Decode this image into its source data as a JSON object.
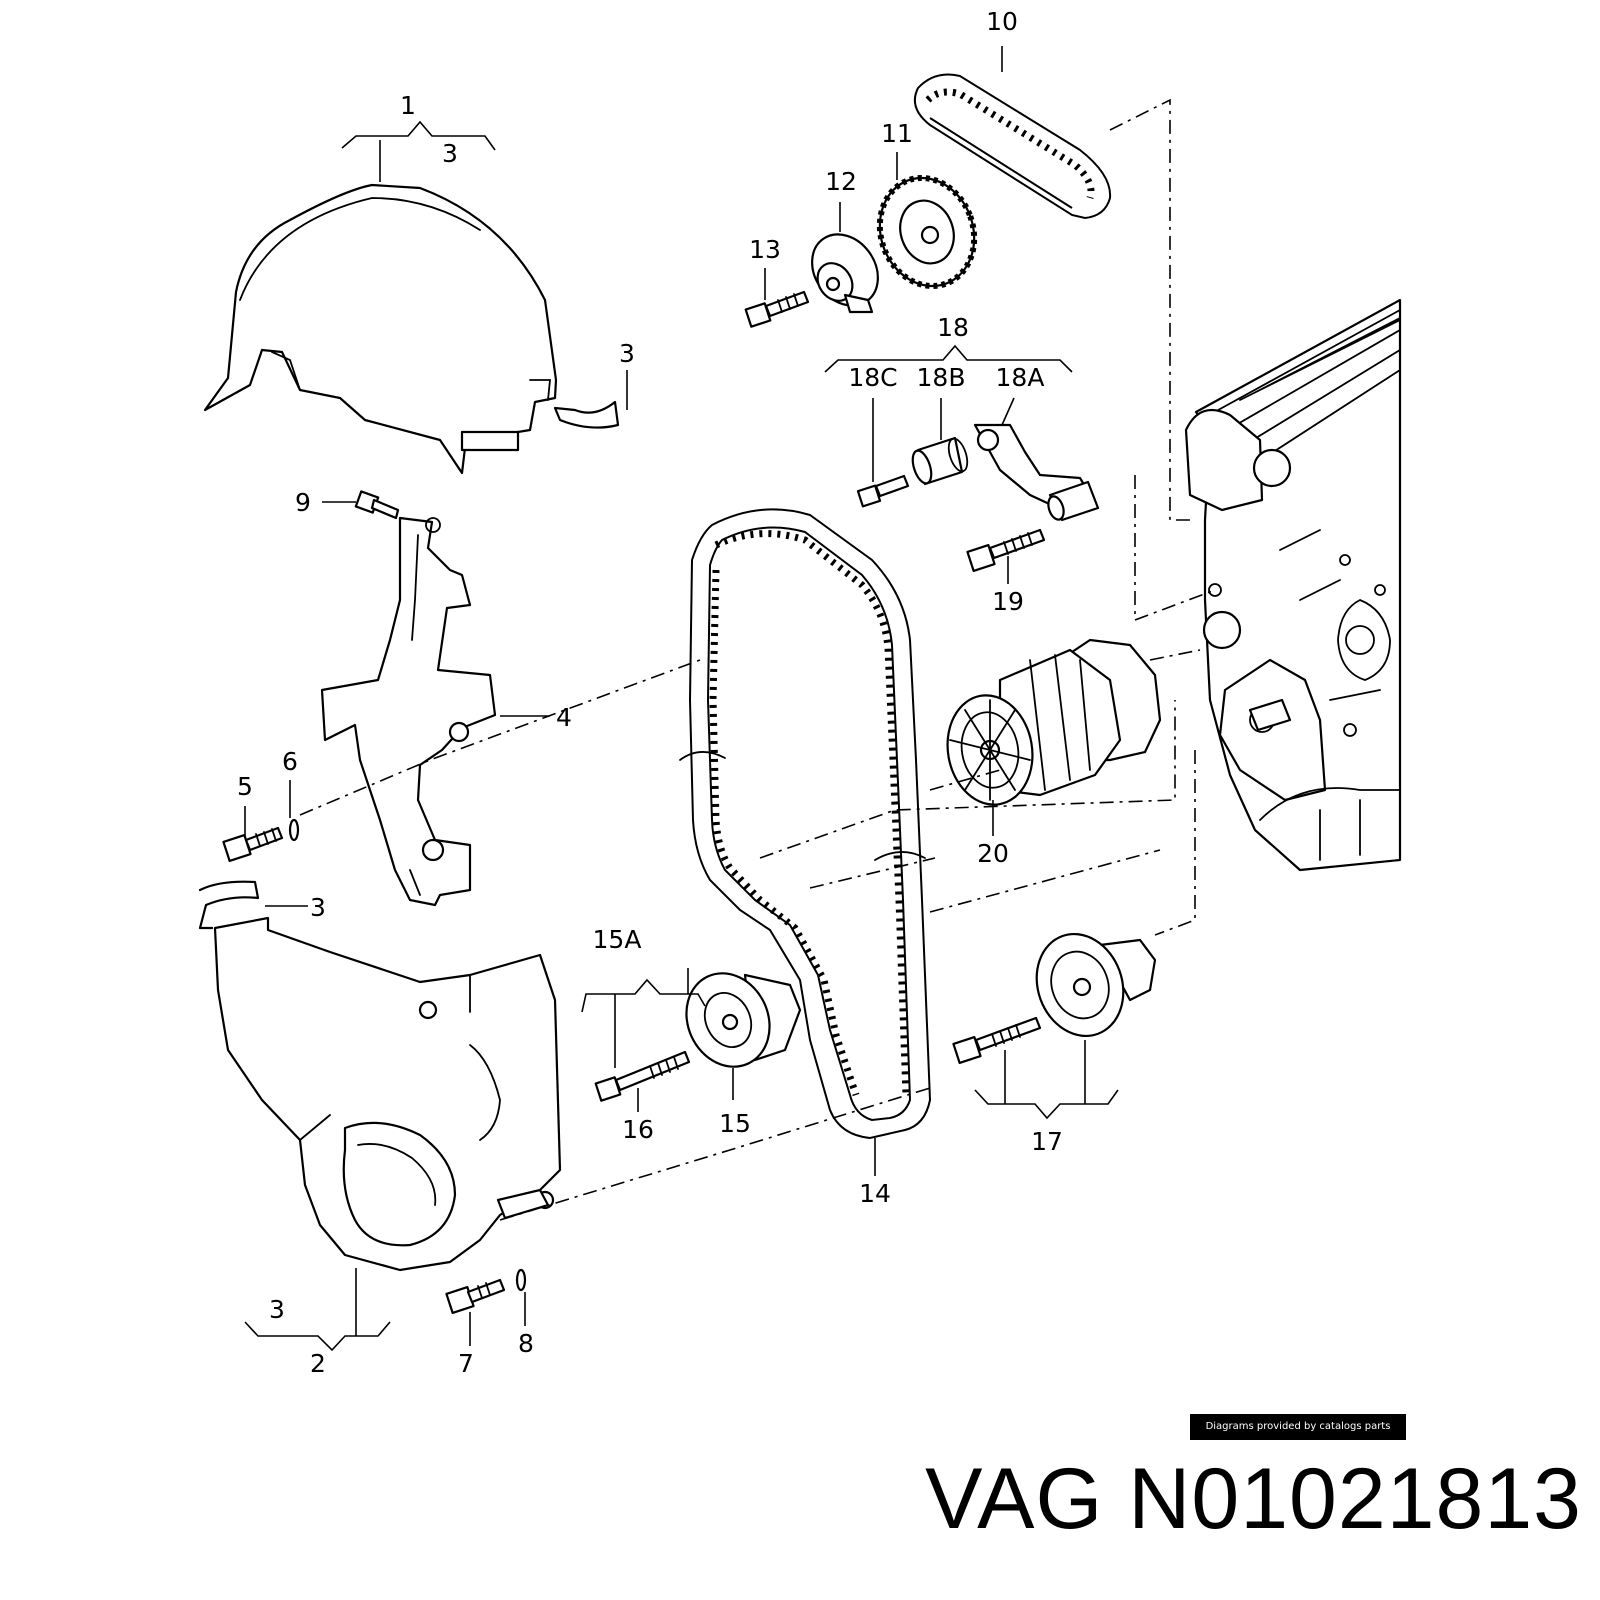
{
  "callouts": {
    "c1": "1",
    "c2": "2",
    "c3a": "3",
    "c3b": "3",
    "c3c": "3",
    "c3d": "3",
    "c4": "4",
    "c5": "5",
    "c6": "6",
    "c7": "7",
    "c8": "8",
    "c9": "9",
    "c10": "10",
    "c11": "11",
    "c12": "12",
    "c13": "13",
    "c14": "14",
    "c15": "15",
    "c15a": "15A",
    "c16": "16",
    "c17": "17",
    "c18": "18",
    "c18a": "18A",
    "c18b": "18B",
    "c18c": "18C",
    "c19": "19",
    "c20": "20"
  },
  "credit": "Diagrams provided by catalogs parts",
  "title": "VAG N01021813",
  "colors": {
    "ink": "#000000",
    "paper": "#ffffff"
  }
}
